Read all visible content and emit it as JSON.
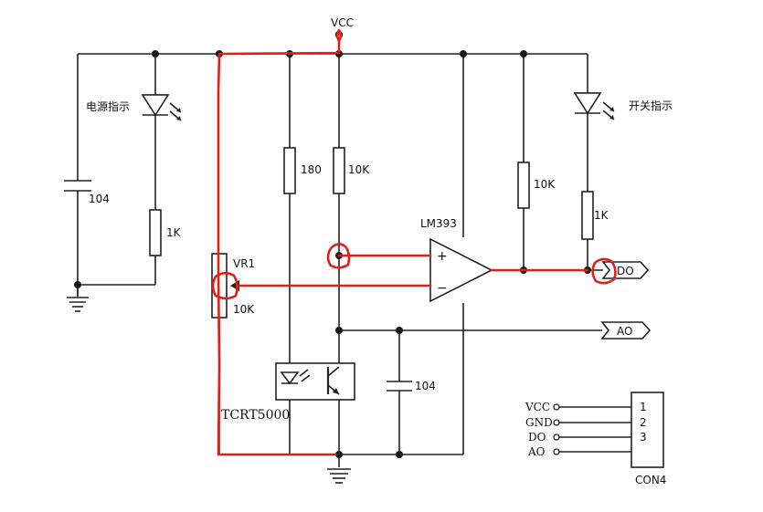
{
  "schematic": {
    "labels": {
      "vcc": "VCC",
      "power_led_label": "电源指示",
      "switch_led_label": "开关指示",
      "cap1": "104",
      "r_power": "1K",
      "r180": "180",
      "r10k_top": "10K",
      "lm393": "LM393",
      "r10k_pullup": "10K",
      "r_switch": "1K",
      "vr1": "VR1",
      "vr1_value": "10K",
      "opamp_plus": "+",
      "opamp_minus": "−",
      "do_port": "DO",
      "ao_port": "AO",
      "cap2": "104",
      "tcrt": "TCRT5000"
    },
    "connector": {
      "title": "CON4",
      "pins": [
        {
          "name": "VCC",
          "num": "1"
        },
        {
          "name": "GND",
          "num": "2"
        },
        {
          "name": "DO",
          "num": "3"
        },
        {
          "name": "AO",
          "num": ""
        }
      ]
    }
  }
}
